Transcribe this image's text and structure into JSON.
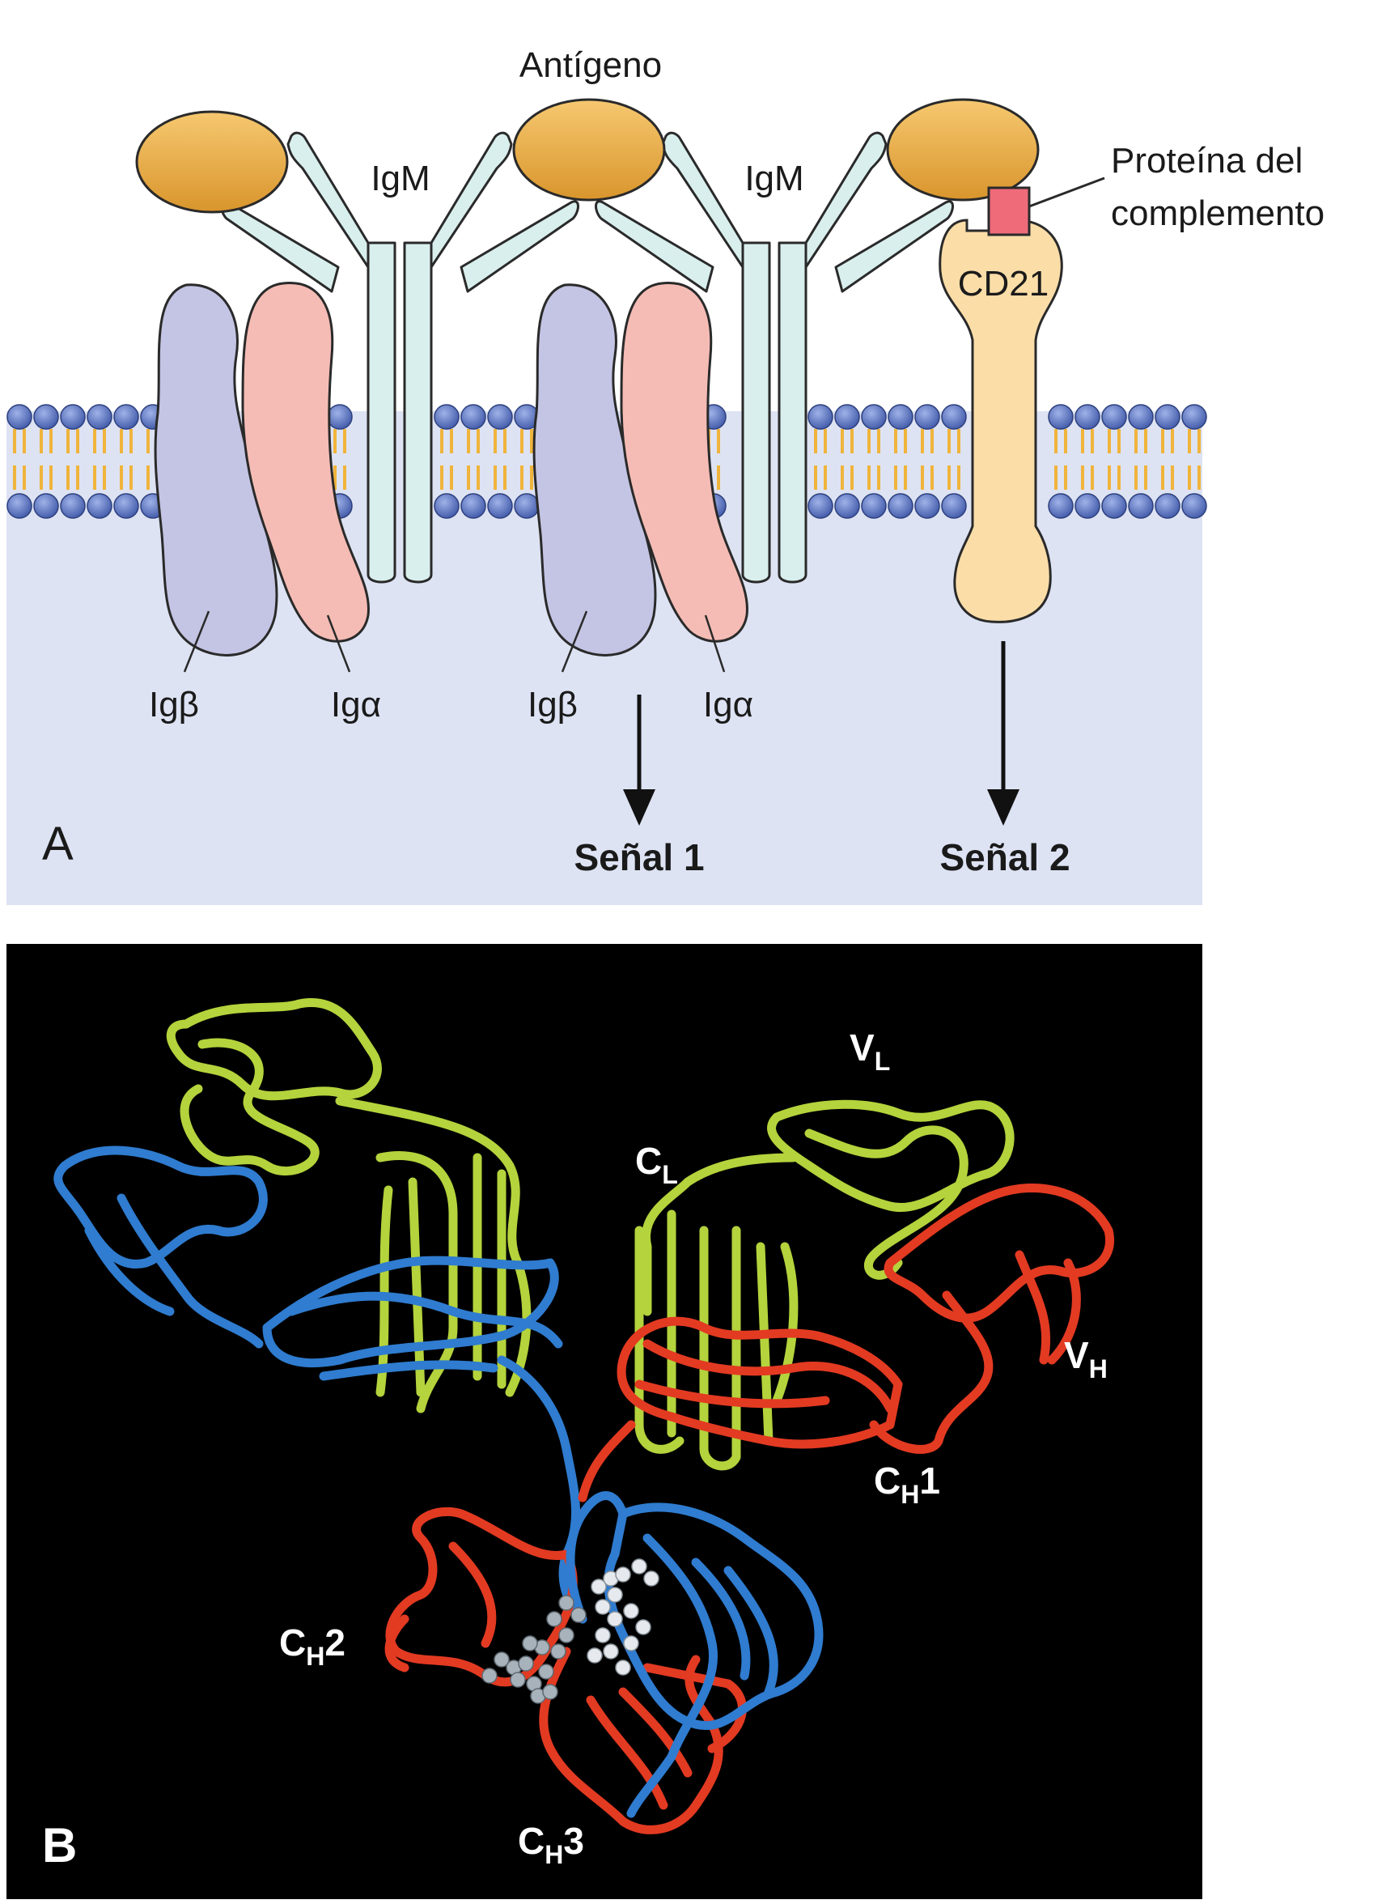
{
  "panel_a": {
    "label": "A",
    "antigen_label": "Antígeno",
    "igm_labels": [
      "IgM",
      "IgM"
    ],
    "complement_label_line1": "Proteína del",
    "complement_label_line2": "complemento",
    "cd21_label": "CD21",
    "ig_labels": [
      "Igβ",
      "Igα",
      "Igβ",
      "Igα"
    ],
    "signal1": "Señal 1",
    "signal2": "Señal 2"
  },
  "panel_b": {
    "label": "B",
    "domains": [
      {
        "main": "V",
        "sub": "L"
      },
      {
        "main": "C",
        "sub": "L"
      },
      {
        "main": "V",
        "sub": "H"
      },
      {
        "main": "C",
        "sub": "H",
        "tail": "1"
      },
      {
        "main": "C",
        "sub": "H",
        "tail": "2"
      },
      {
        "main": "C",
        "sub": "H",
        "tail": "3"
      }
    ]
  },
  "colors": {
    "cytoplasm": "#dde3f3",
    "antigen": "#e8aa44",
    "igm": "#d9efee",
    "ig_beta": "#c4c4e4",
    "ig_alpha": "#f5bcb5",
    "cd21": "#fbdda8",
    "complement": "#ef6b7a",
    "lipid_head": "#5f78c2",
    "lipid_tail": "#f0b43c",
    "chain_green": "#b4d33c",
    "chain_blue": "#2f7cd0",
    "chain_red": "#e33a22"
  }
}
